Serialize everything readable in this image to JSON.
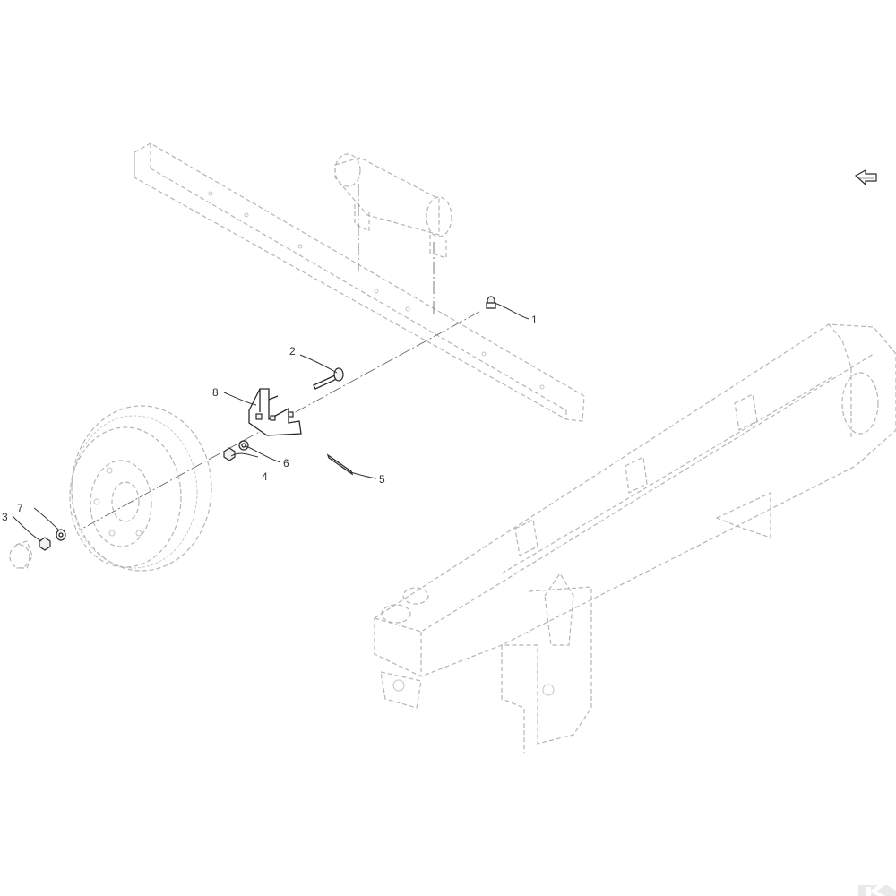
{
  "diagram": {
    "callouts": [
      {
        "id": "c1",
        "label": "1"
      },
      {
        "id": "c2",
        "label": "2"
      },
      {
        "id": "c3",
        "label": "3"
      },
      {
        "id": "c4",
        "label": "4"
      },
      {
        "id": "c5",
        "label": "5"
      },
      {
        "id": "c6",
        "label": "6"
      },
      {
        "id": "c7",
        "label": "7"
      },
      {
        "id": "c8",
        "label": "8"
      }
    ]
  },
  "icons": {
    "direction": "direction-arrow-icon",
    "logo": "brand-logo-icon"
  }
}
